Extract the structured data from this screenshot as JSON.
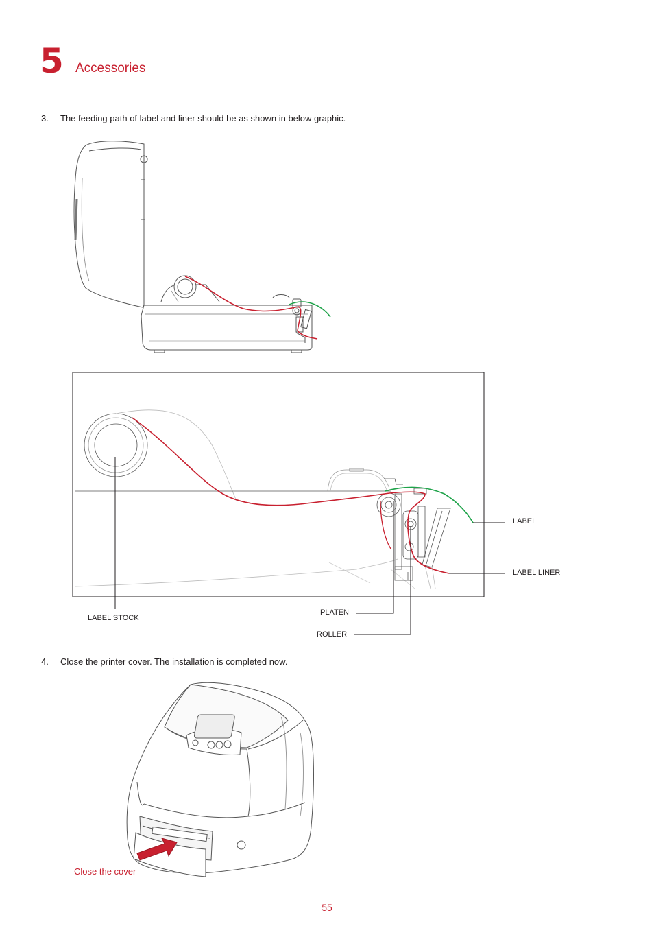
{
  "header": {
    "chapter_number": "5",
    "chapter_title": "Accessories"
  },
  "steps": [
    {
      "number": "3.",
      "text": "The feeding path of label and liner should be as shown in below graphic."
    },
    {
      "number": "4.",
      "text": "Close the printer cover. The installation is completed now."
    }
  ],
  "detail_callouts": {
    "label": "LABEL",
    "label_liner": "LABEL LINER",
    "label_stock": "LABEL STOCK",
    "platen": "PLATEN",
    "roller": "ROLLER"
  },
  "figure_close": {
    "caption": "Close the cover"
  },
  "footer": {
    "page_number": "55"
  },
  "colors": {
    "accent": "#c8202f",
    "label_path": "#1fa34a",
    "liner_path": "#c8202f",
    "line_art": "#555555"
  }
}
